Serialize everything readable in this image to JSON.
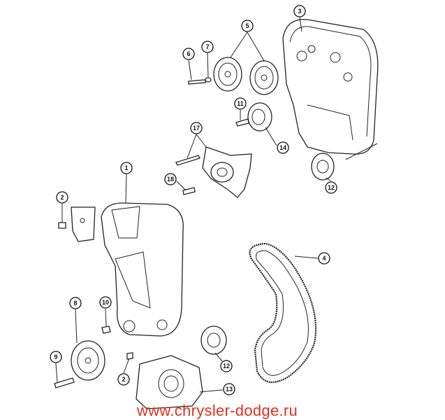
{
  "callouts": {
    "c3": "3",
    "c5": "5",
    "c6": "6",
    "c7": "7",
    "c11": "11",
    "c17": "17",
    "c14": "14",
    "c1": "1",
    "c18": "18",
    "c12a": "12",
    "c2a": "2",
    "c4": "4",
    "c8": "8",
    "c10": "10",
    "c9": "9",
    "c12b": "12",
    "c2b": "2",
    "c13": "13"
  },
  "watermark": "www.chrysler-dodge.ru"
}
